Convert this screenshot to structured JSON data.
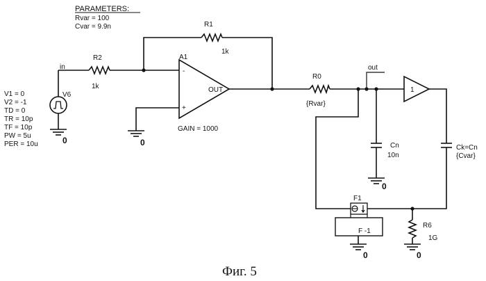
{
  "parameters": {
    "title": "PARAMETERS:",
    "rvar": "Rvar = 100",
    "cvar": "Cvar = 9.9n"
  },
  "source": {
    "name": "V6",
    "node_in": "in",
    "params": [
      "V1 = 0",
      "V2 = -1",
      "TD = 0",
      "TR = 10p",
      "TF = 10p",
      "PW = 5u",
      "PER = 10u"
    ]
  },
  "components": {
    "r1": {
      "name": "R1",
      "value": "1k"
    },
    "r2": {
      "name": "R2",
      "value": "1k"
    },
    "a1": {
      "name": "A1",
      "out": "OUT",
      "minus": "-",
      "plus": "+",
      "gain": "GAIN = 1000"
    },
    "r0": {
      "name": "R0",
      "value": "{Rvar}"
    },
    "node_out": "out",
    "buffer": {
      "label": "1"
    },
    "cn": {
      "name": "Cn",
      "value": "10n"
    },
    "ck": {
      "name": "Ck=Cn",
      "value": "{Cvar}"
    },
    "f1": {
      "name": "F1",
      "gain": "F  -1"
    },
    "r6": {
      "name": "R6",
      "value": "1G"
    }
  },
  "grounds": [
    "0",
    "0",
    "0",
    "0",
    "0"
  ],
  "caption": "Фиг. 5"
}
